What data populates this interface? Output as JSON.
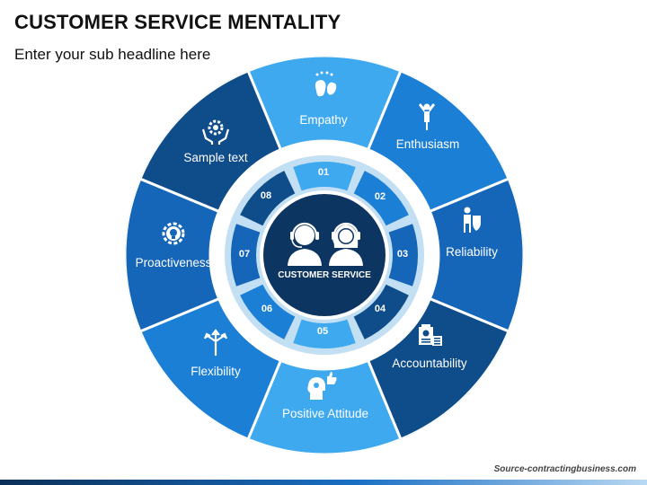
{
  "header": {
    "title": "CUSTOMER SERVICE MENTALITY",
    "subtitle": "Enter your sub headline here"
  },
  "center": {
    "label": "CUSTOMER SERVICE"
  },
  "segments": [
    {
      "label": "Empathy",
      "number": "01",
      "icon": "empathy-icon",
      "color": "#3fa9ef"
    },
    {
      "label": "Enthusiasm",
      "number": "02",
      "icon": "person-raising-arms-icon",
      "color": "#1c7fd6"
    },
    {
      "label": "Reliability",
      "number": "03",
      "icon": "person-with-shield-icon",
      "color": "#1565b8"
    },
    {
      "label": "Accountability",
      "number": "04",
      "icon": "report-chart-icon",
      "color": "#0f4c8a"
    },
    {
      "label": "Positive Attitude",
      "number": "05",
      "icon": "head-thumbs-up-icon",
      "color": "#3fa9ef"
    },
    {
      "label": "Flexibility",
      "number": "06",
      "icon": "split-arrows-icon",
      "color": "#1c7fd6"
    },
    {
      "label": "Proactiveness",
      "number": "07",
      "icon": "gear-bulb-icon",
      "color": "#1565b8"
    },
    {
      "label": "Sample text",
      "number": "08",
      "icon": "gear-hands-icon",
      "color": "#0f4c8a"
    }
  ],
  "footer": {
    "text": "Source-contractingbusiness.com"
  }
}
